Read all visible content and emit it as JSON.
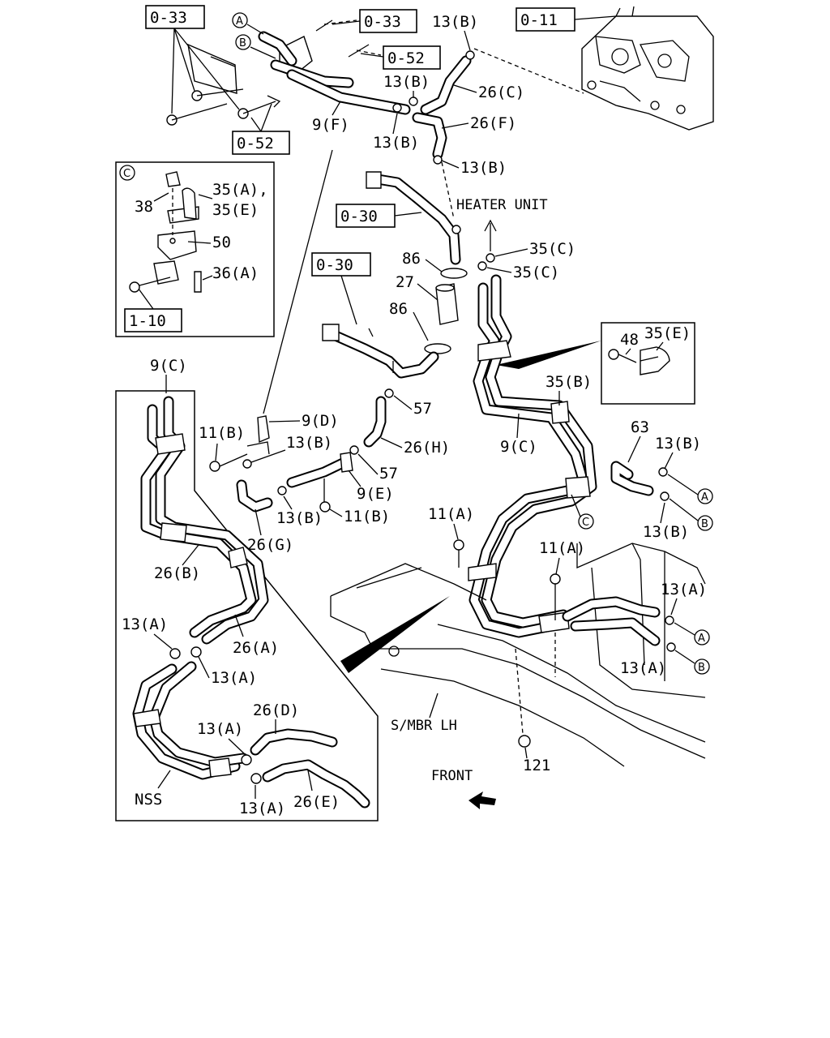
{
  "refs": {
    "r033a": "0-33",
    "r033b": "0-33",
    "r052a": "0-52",
    "r052b": "0-52",
    "r011": "0-11",
    "r030a": "0-30",
    "r030b": "0-30",
    "r110": "1-10"
  },
  "labels": {
    "l13b_1": "13(B)",
    "l26c": "26(C)",
    "l13b_2": "13(B)",
    "l9f": "9(F)",
    "l13b_3": "13(B)",
    "l26f": "26(F)",
    "l13b_4": "13(B)",
    "heater": "HEATER UNIT",
    "l35c_1": "35(C)",
    "l35c_2": "35(C)",
    "l86_1": "86",
    "l27": "27",
    "l86_2": "86",
    "l38": "38",
    "l35ae_1": "35(A),",
    "l35ae_2": "35(E)",
    "l50": "50",
    "l36a": "36(A)",
    "l48": "48",
    "l35e": "35(E)",
    "l35b": "35(B)",
    "l9c_top": "9(C)",
    "l11b_1": "11(B)",
    "l9d": "9(D)",
    "l13b_5": "13(B)",
    "l57_1": "57",
    "l26h": "26(H)",
    "l57_2": "57",
    "l9e": "9(E)",
    "l13b_6": "13(B)",
    "l11b_2": "11(B)",
    "l26g": "26(G)",
    "l9c_mid": "9(C)",
    "l63": "63",
    "l13b_7": "13(B)",
    "l13b_8": "13(B)",
    "l11a_1": "11(A)",
    "l11a_2": "11(A)",
    "l13a_1": "13(A)",
    "l13a_2": "13(A)",
    "l26b": "26(B)",
    "l13a_3": "13(A)",
    "l26a": "26(A)",
    "l13a_4": "13(A)",
    "l26d": "26(D)",
    "l13a_5": "13(A)",
    "nss": "NSS",
    "l13a_6": "13(A)",
    "l26e": "26(E)",
    "smbr": "S/MBR LH",
    "l121": "121",
    "front": "FRONT"
  },
  "callouts": {
    "a": "A",
    "b": "B",
    "c": "C"
  }
}
